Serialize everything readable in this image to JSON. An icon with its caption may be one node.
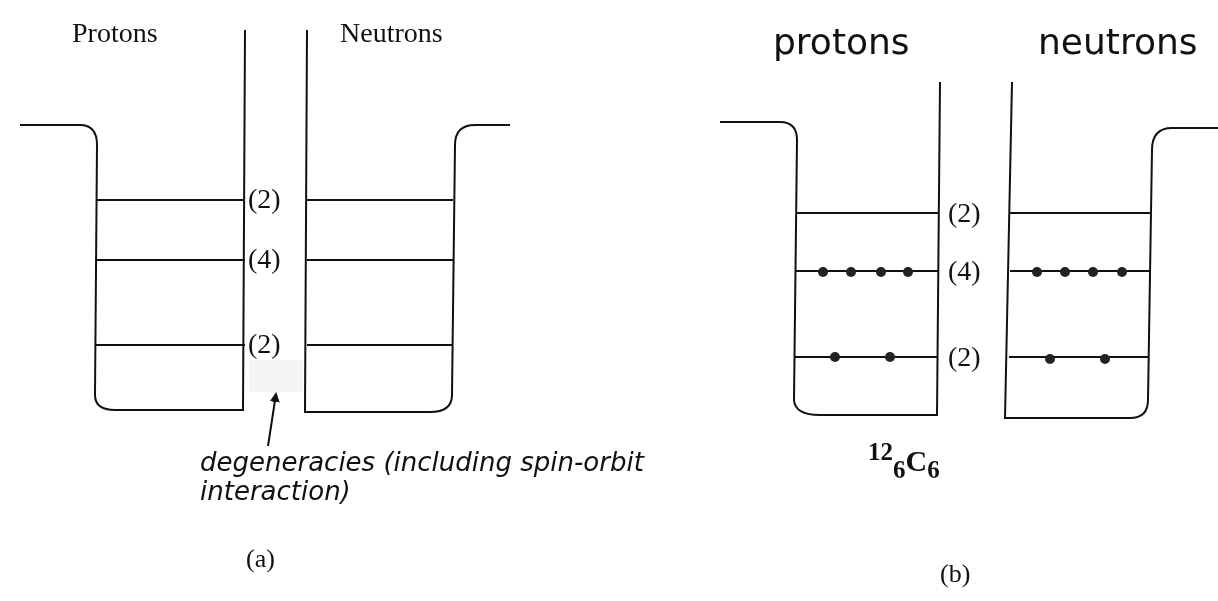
{
  "diagram": {
    "nodes": [
      {
        "text": [
          "degeneracies (including spin-orbit interaction)"
        ]
      },
      {
        "text": [],
        "shape": "box"
      }
    ],
    "edges": [
      {
        "from": 0,
        "to": 1,
        "arrow": "to"
      }
    ],
    "labels": [
      "Protons",
      "Neutrons",
      "protons",
      "neutrons",
      "(2)",
      "(4)",
      "(2)",
      "(2)",
      "(4)",
      "(2)",
      "$^{12}$$_{6}$C$_{6}$",
      "(a)",
      "(b)"
    ]
  }
}
